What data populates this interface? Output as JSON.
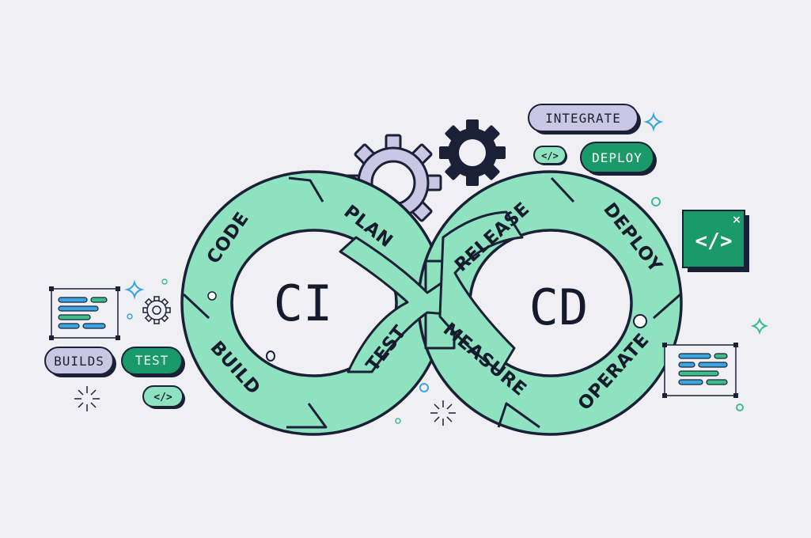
{
  "diagram": {
    "left_label": "CI",
    "right_label": "CD",
    "stages": {
      "code": "CODE",
      "plan": "PLAN",
      "build": "BUILD",
      "test": "TEST",
      "release": "RELEASE",
      "deploy": "DEPLOY",
      "measure": "MEASURE",
      "operate": "OPERATE"
    }
  },
  "tags": {
    "integrate": "INTEGRATE",
    "deploy": "DEPLOY",
    "builds": "BUILDS",
    "test": "TEST",
    "code_small": "</>",
    "code_window": "</>",
    "window_close": "×"
  },
  "colors": {
    "mint": "#8fe2bf",
    "green": "#1a9a6a",
    "navy": "#1a2036",
    "lavender": "#c9c7e3",
    "background": "#efeff4",
    "blue": "#3aa6e0"
  }
}
